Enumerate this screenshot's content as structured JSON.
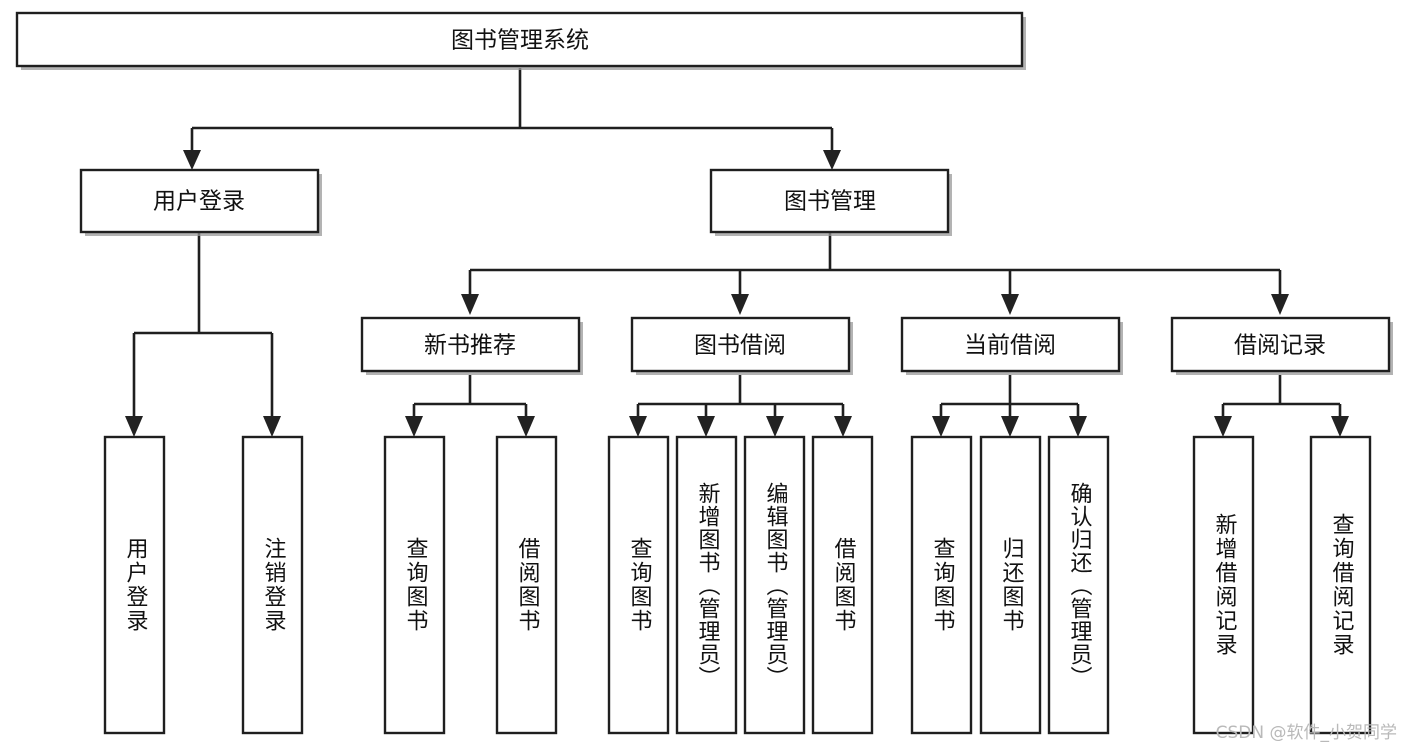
{
  "diagram": {
    "title": "图书管理系统",
    "type": "tree-hierarchy-chart",
    "watermark": "CSDN @软件_小贺同学",
    "colors": {
      "box_stroke": "#1f1f1f",
      "box_fill": "#ffffff",
      "connector": "#1f1f1f",
      "shadow": "#9a9a9a",
      "watermark": "#b9b9b9",
      "page_background": "#ffffff"
    },
    "root": {
      "label": "图书管理系统"
    },
    "level2": [
      {
        "label": "用户登录"
      },
      {
        "label": "图书管理"
      }
    ],
    "level3": [
      {
        "label": "新书推荐"
      },
      {
        "label": "图书借阅"
      },
      {
        "label": "当前借阅"
      },
      {
        "label": "借阅记录"
      }
    ],
    "leaves": {
      "user_login": [
        {
          "label": "用户登录"
        },
        {
          "label": "注销登录"
        }
      ],
      "new_book_recommend": [
        {
          "label": "查询图书"
        },
        {
          "label": "借阅图书"
        }
      ],
      "book_borrow": [
        {
          "label": "查询图书"
        },
        {
          "label": "新增图书（管理员）"
        },
        {
          "label": "编辑图书（管理员）"
        },
        {
          "label": "借阅图书"
        }
      ],
      "current_borrow": [
        {
          "label": "查询图书"
        },
        {
          "label": "归还图书"
        },
        {
          "label": "确认归还（管理员）"
        }
      ],
      "borrow_record": [
        {
          "label": "新增借阅记录"
        },
        {
          "label": "查询借阅记录"
        }
      ]
    }
  }
}
